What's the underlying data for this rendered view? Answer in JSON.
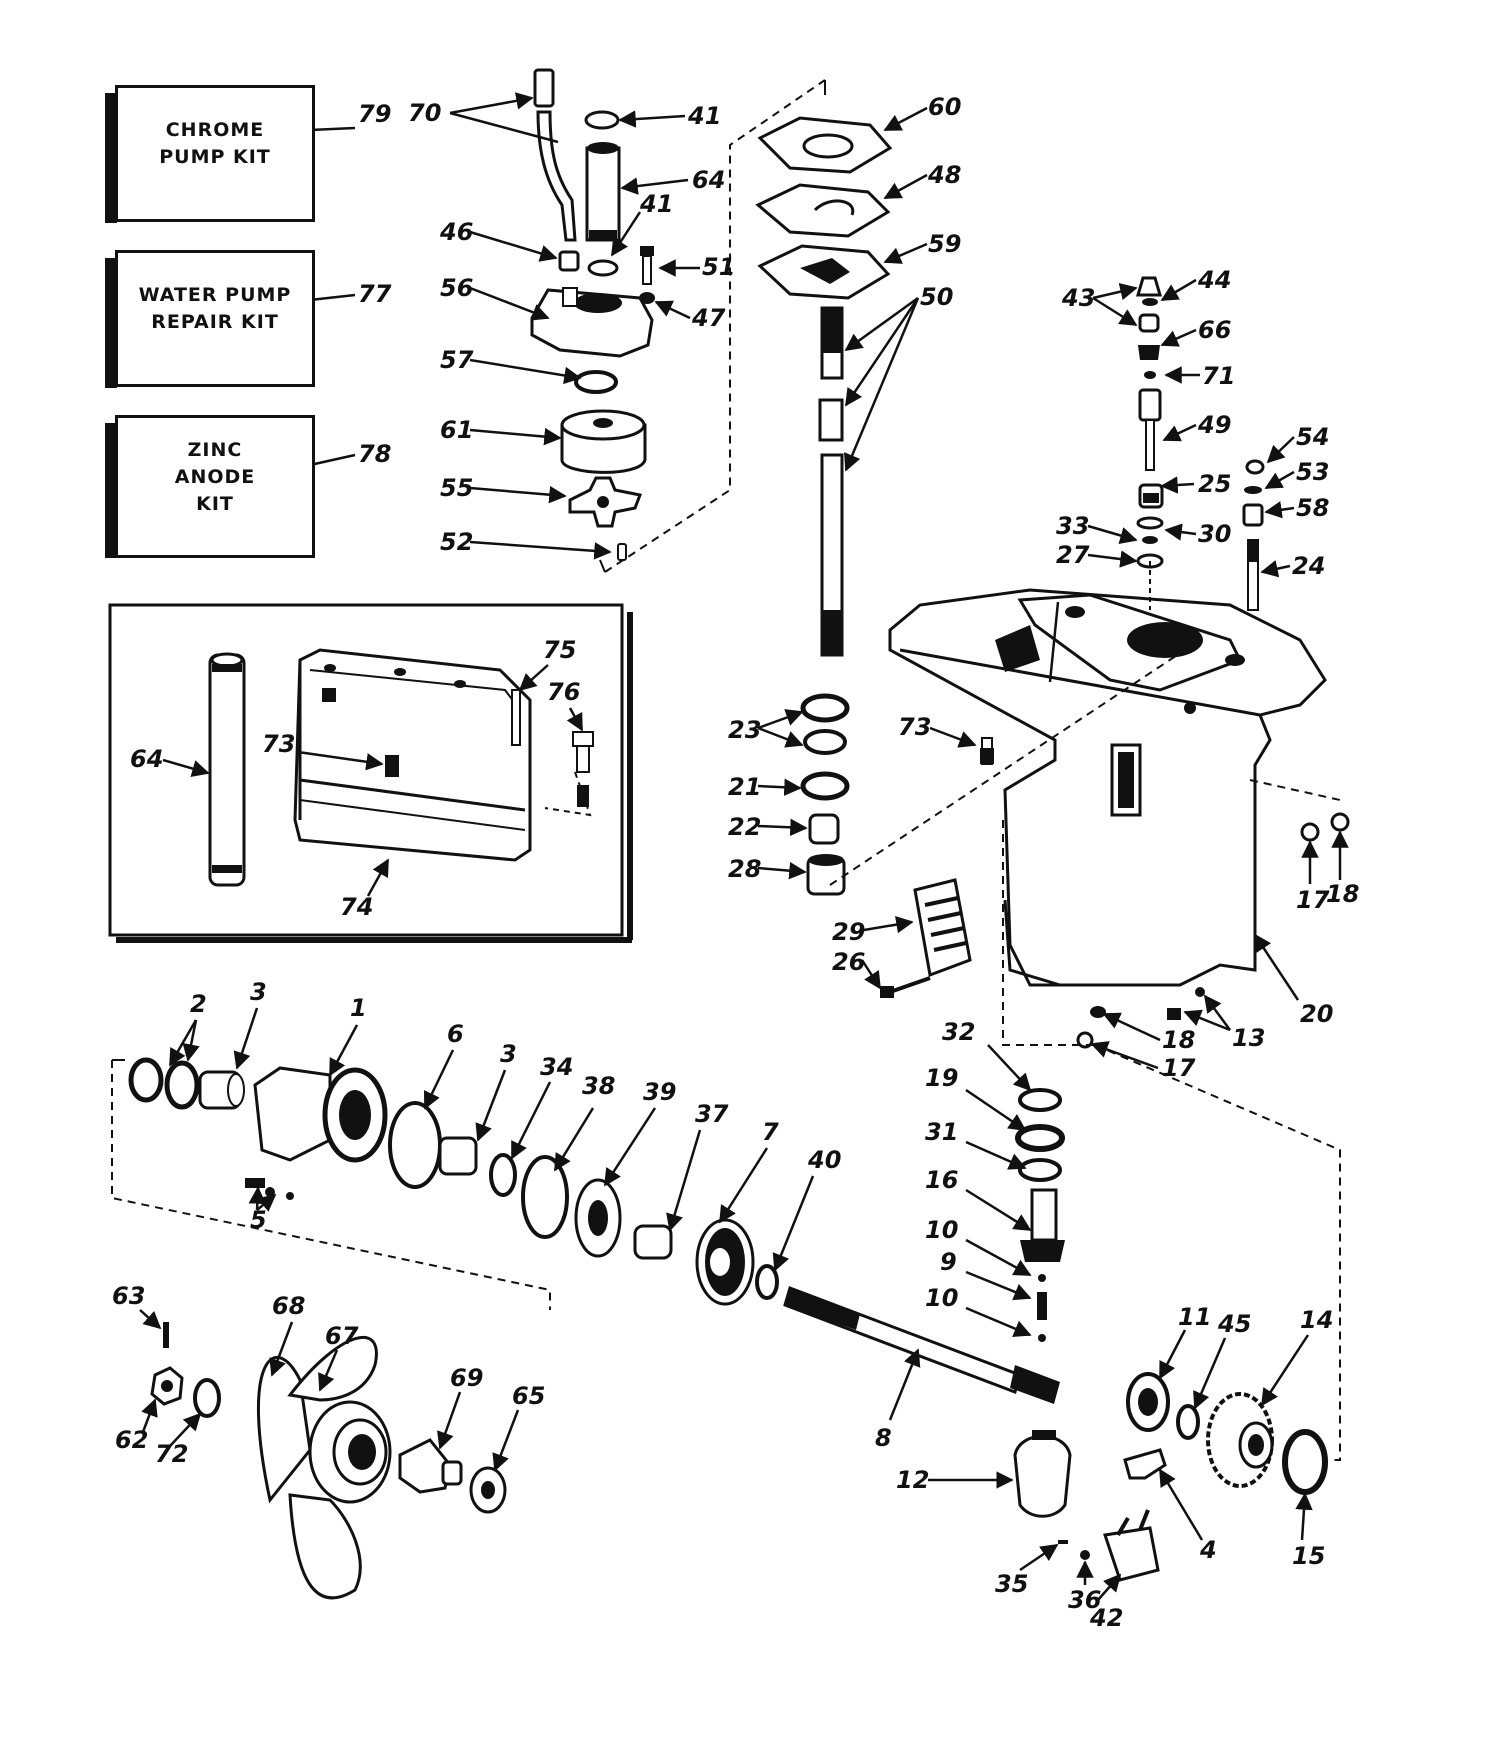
{
  "kits": [
    {
      "label": "CHROME\nPUMP KIT",
      "callout": "79"
    },
    {
      "label": "WATER PUMP\nREPAIR KIT",
      "callout": "77"
    },
    {
      "label": "ZINC\nANODE\nKIT",
      "callout": "78"
    }
  ],
  "inset_callouts": [
    "64",
    "73",
    "74",
    "75",
    "76"
  ],
  "pump_callouts": [
    "70",
    "41",
    "64",
    "41",
    "46",
    "51",
    "56",
    "47",
    "57",
    "61",
    "55",
    "52"
  ],
  "plate_callouts": [
    "60",
    "48",
    "59",
    "50"
  ],
  "driveshaft_callouts": [
    "23",
    "21",
    "22",
    "28",
    "29",
    "26"
  ],
  "housing_callouts": [
    "43",
    "44",
    "66",
    "71",
    "49",
    "54",
    "53",
    "58",
    "25",
    "33",
    "30",
    "27",
    "24",
    "73",
    "17",
    "18",
    "20",
    "18",
    "17",
    "13"
  ],
  "gear_callouts": [
    "2",
    "3",
    "1",
    "6",
    "3",
    "34",
    "38",
    "39",
    "37",
    "7",
    "40",
    "5"
  ],
  "pinion_callouts": [
    "32",
    "19",
    "31",
    "16",
    "10",
    "9",
    "10"
  ],
  "propeller_callouts": [
    "63",
    "68",
    "67",
    "69",
    "65",
    "62",
    "72"
  ],
  "propshaft_callouts": [
    "8",
    "11",
    "45",
    "14",
    "12",
    "4",
    "15",
    "35",
    "36",
    "42"
  ]
}
